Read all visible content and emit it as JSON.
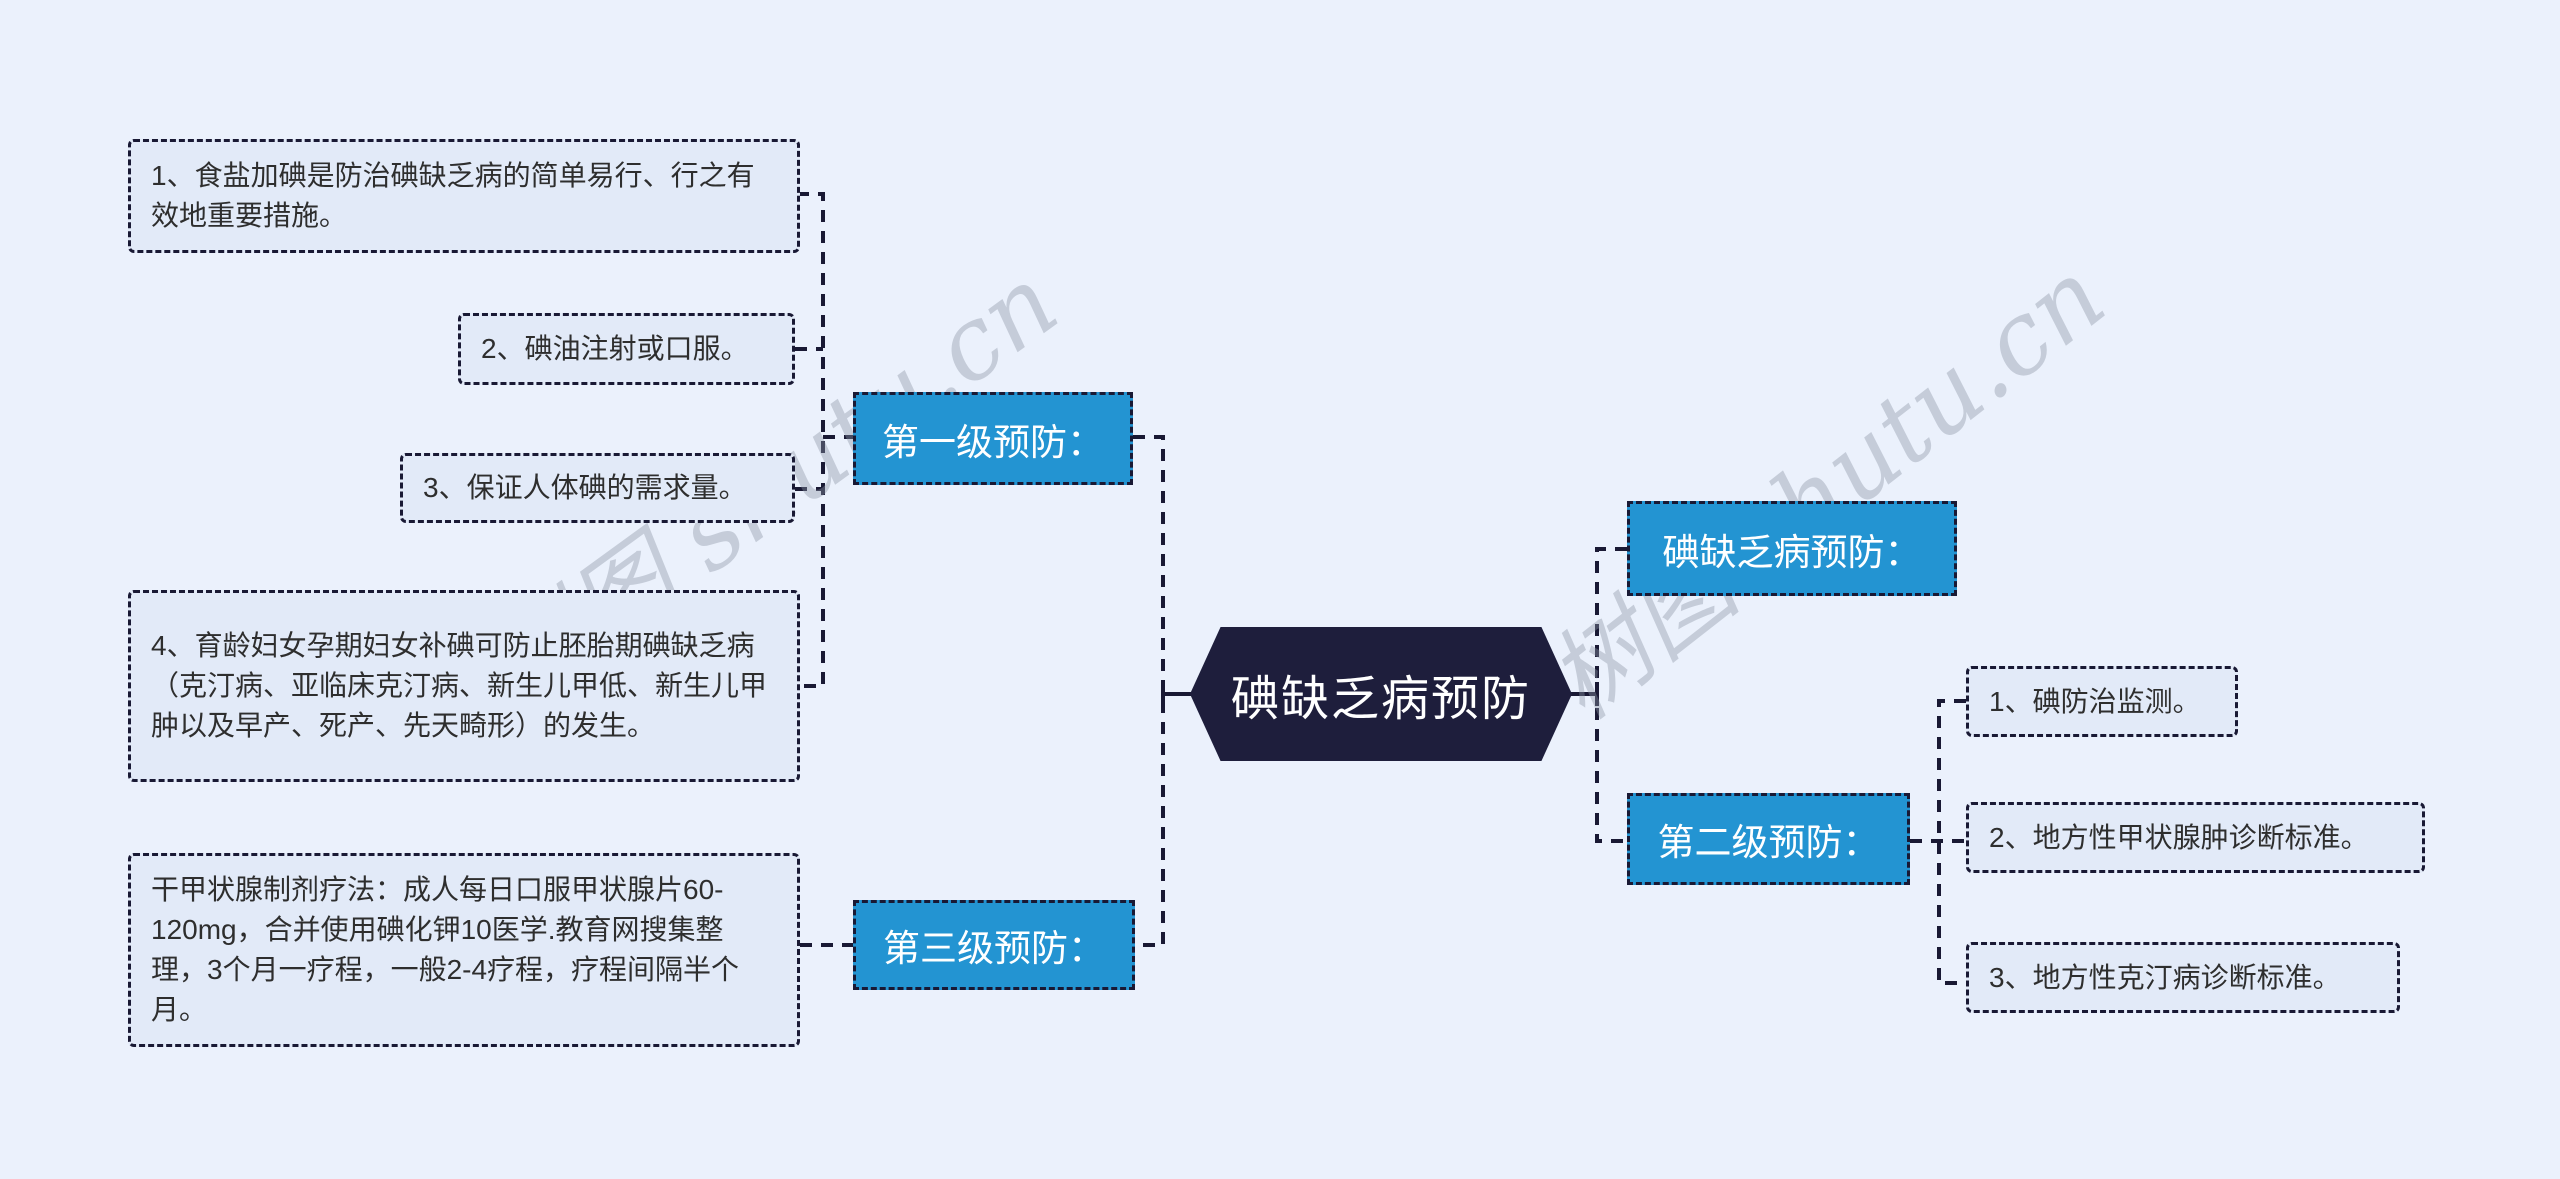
{
  "root": {
    "label": "碘缺乏病预防"
  },
  "level1": {
    "label": "第一级预防：",
    "children": [
      "1、食盐加碘是防治碘缺乏病的简单易行、行之有效地重要措施。",
      "2、碘油注射或口服。",
      "3、保证人体碘的需求量。",
      "4、育龄妇女孕期妇女补碘可防止胚胎期碘缺乏病（克汀病、亚临床克汀病、新生儿甲低、新生儿甲肿以及早产、死产、先天畸形）的发生。"
    ]
  },
  "level3": {
    "label": "第三级预防：",
    "children": [
      "干甲状腺制剂疗法：成人每日口服甲状腺片60-120mg，合并使用碘化钾10医学.教育网搜集整理，3个月一疗程，一般2-4疗程，疗程间隔半个月。"
    ]
  },
  "right_parent": {
    "label": "碘缺乏病预防："
  },
  "level2": {
    "label": "第二级预防：",
    "children": [
      "1、碘防治监测。",
      "2、地方性甲状腺肿诊断标准。",
      "3、地方性克汀病诊断标准。"
    ]
  },
  "watermark": {
    "text": "树图 shutu.cn"
  },
  "colors": {
    "canvas": "#ebf1fc",
    "branch_blue": "#2394d2",
    "root_dark": "#1e1e3c",
    "line": "#191934",
    "child_fill": "#e2eaf8"
  }
}
